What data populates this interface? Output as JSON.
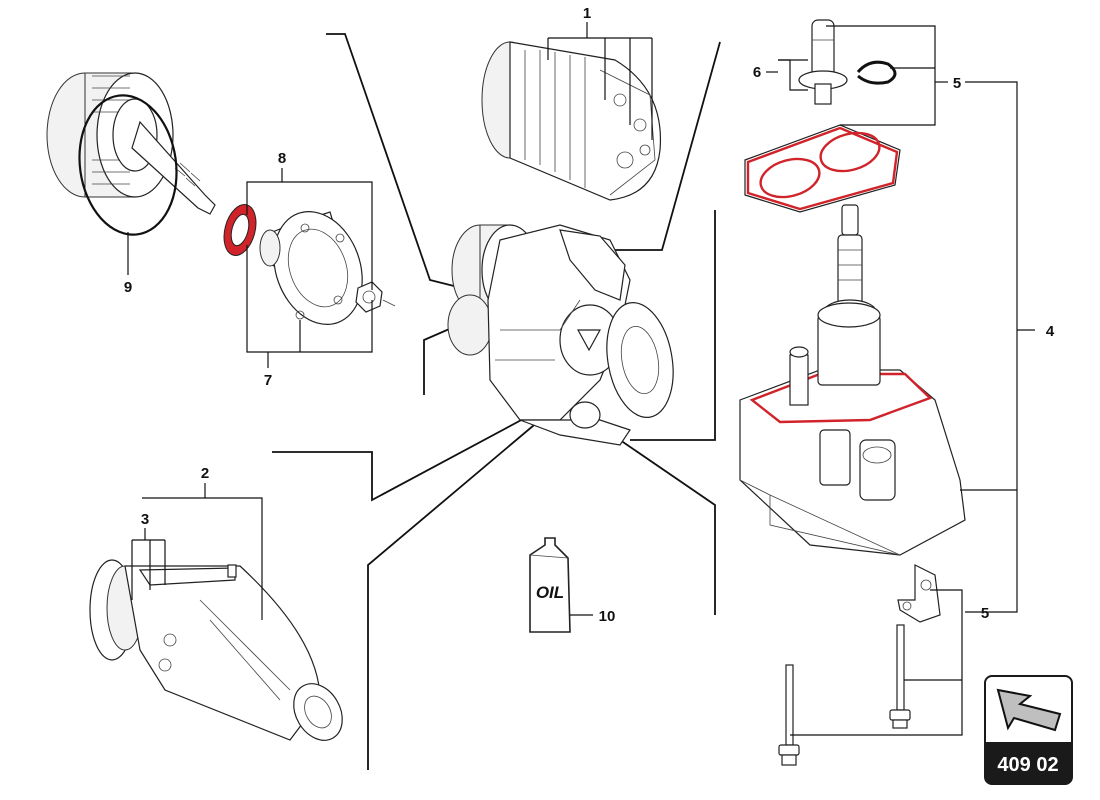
{
  "callouts": {
    "c1": "1",
    "c2": "2",
    "c3": "3",
    "c4": "4",
    "c5a": "5",
    "c5b": "5",
    "c6": "6",
    "c7": "7",
    "c8": "8",
    "c9": "9",
    "c10": "10"
  },
  "oil_label": "OIL",
  "nav_badge": {
    "label": "409 02",
    "icon": "arrow-up-left-icon"
  },
  "colors": {
    "seal": "#d0232a",
    "line": "#111111",
    "badge_bg": "#1a1a1a"
  }
}
